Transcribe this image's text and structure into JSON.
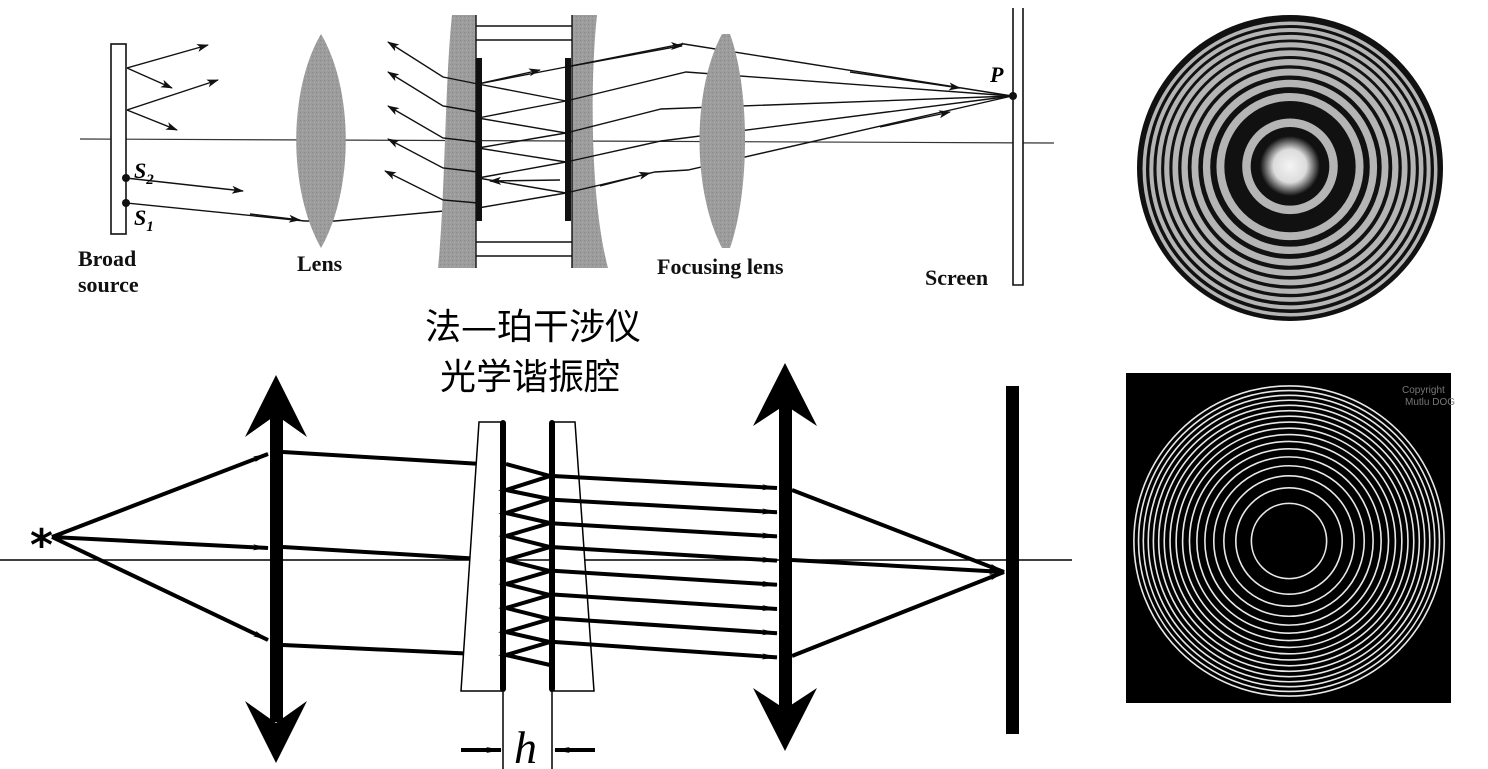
{
  "top_diagram": {
    "labels": {
      "source_line1": "Broad",
      "source_line2": "source",
      "lens": "Lens",
      "focusing_lens": "Focusing lens",
      "screen": "Screen",
      "point_p": "P",
      "s1": "S",
      "s1_sub": "1",
      "s2": "S",
      "s2_sub": "2"
    },
    "colors": {
      "glass": "#9a9a9a",
      "ink": "#111111"
    }
  },
  "title": {
    "line1": "法—珀干涉仪",
    "line2": "光学谐振腔"
  },
  "bottom_diagram": {
    "source_symbol": "*",
    "gap_label": "h",
    "reflected_beams": 8
  },
  "patterns": {
    "photo_rings": {
      "description": "photographed Fabry-Perot fringe pattern",
      "ring_count": 12
    },
    "sim_rings": {
      "description": "simulated sharp Fabry-Perot rings",
      "ring_count": 18,
      "copyright_line1": "Copyright",
      "copyright_line2": "Mutlu DOG"
    }
  }
}
